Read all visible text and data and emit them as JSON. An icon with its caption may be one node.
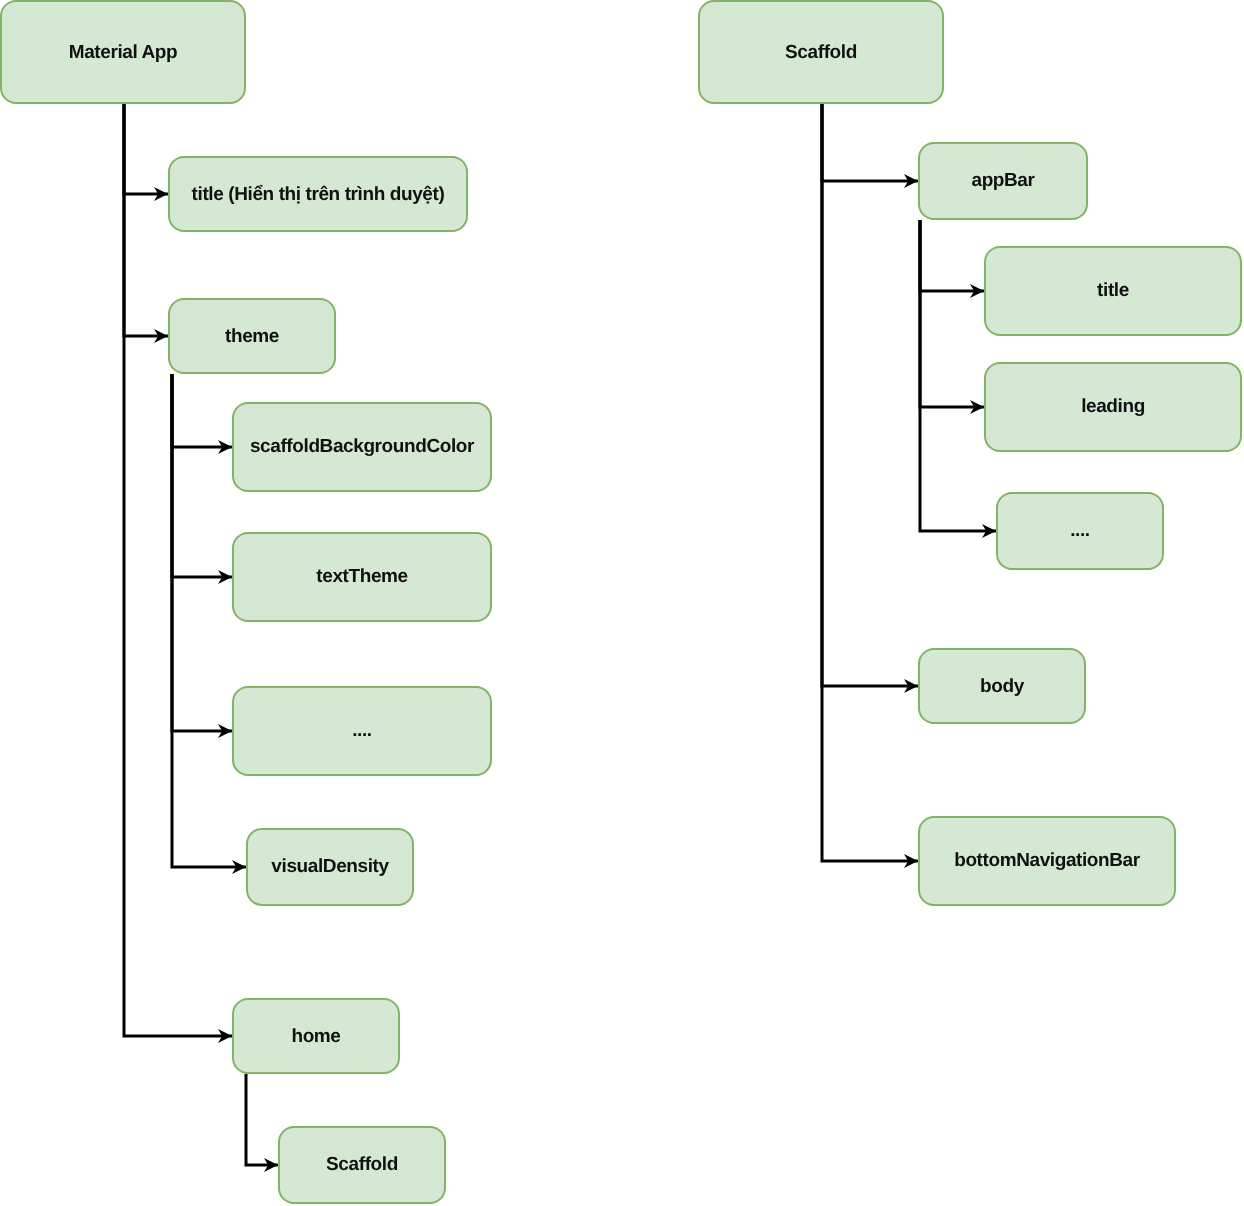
{
  "diagram": {
    "nodes": [
      {
        "text": [
          "Material App"
        ]
      },
      {
        "text": [
          "title (Hiển thị trên trình duyệt)"
        ]
      },
      {
        "text": [
          "theme"
        ]
      },
      {
        "text": [
          "scaffoldBackgroundColor"
        ]
      },
      {
        "text": [
          "textTheme"
        ]
      },
      {
        "text": [
          "...."
        ]
      },
      {
        "text": [
          "visualDensity"
        ]
      },
      {
        "text": [
          "home"
        ]
      },
      {
        "text": [
          "Scaffold"
        ]
      },
      {
        "text": [
          "Scaffold"
        ]
      },
      {
        "text": [
          "appBar"
        ]
      },
      {
        "text": [
          "title"
        ]
      },
      {
        "text": [
          "leading"
        ]
      },
      {
        "text": [
          "...."
        ]
      },
      {
        "text": [
          "body"
        ]
      },
      {
        "text": [
          "bottomNavigationBar"
        ]
      }
    ],
    "edges": [
      {
        "from": 0,
        "to": 1,
        "arrow": "to"
      },
      {
        "from": 0,
        "to": 2,
        "arrow": "to"
      },
      {
        "from": 2,
        "to": 3,
        "arrow": "to"
      },
      {
        "from": 2,
        "to": 4,
        "arrow": "to"
      },
      {
        "from": 2,
        "to": 5,
        "arrow": "to"
      },
      {
        "from": 2,
        "to": 6,
        "arrow": "to"
      },
      {
        "from": 0,
        "to": 7,
        "arrow": "to"
      },
      {
        "from": 7,
        "to": 8,
        "arrow": "to"
      },
      {
        "from": 9,
        "to": 10,
        "arrow": "to"
      },
      {
        "from": 10,
        "to": 11,
        "arrow": "to"
      },
      {
        "from": 10,
        "to": 12,
        "arrow": "to"
      },
      {
        "from": 10,
        "to": 13,
        "arrow": "to"
      },
      {
        "from": 9,
        "to": 14,
        "arrow": "to"
      },
      {
        "from": 9,
        "to": 15,
        "arrow": "to"
      }
    ]
  }
}
